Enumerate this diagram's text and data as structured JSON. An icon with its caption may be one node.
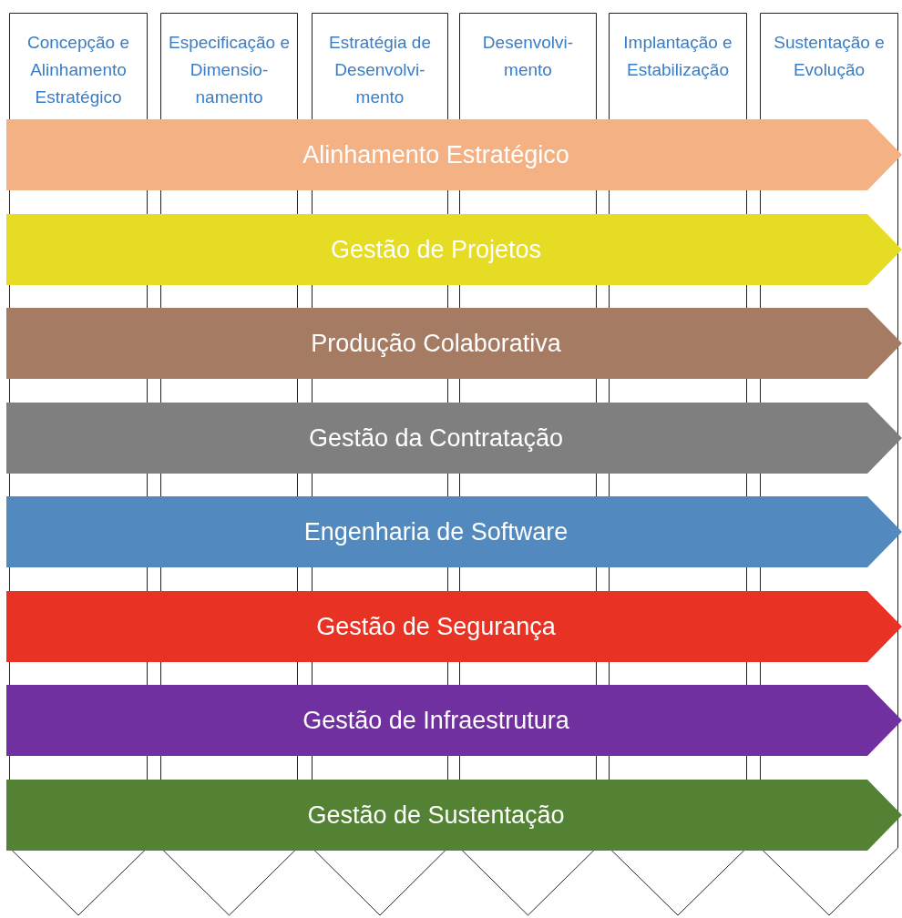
{
  "diagram": {
    "nodes": [
      {
        "text": [
          "Concepção e Alinhamento Estratégico"
        ]
      },
      {
        "text": [
          "Especificação e Dimensio- namento"
        ]
      },
      {
        "text": [
          "Estratégia de Desenvolvi- mento"
        ]
      },
      {
        "text": [
          "Desenvolvi- mento"
        ]
      },
      {
        "text": [
          "Implantação e Estabilização"
        ]
      },
      {
        "text": [
          "Sustentação e Evolução"
        ]
      },
      {
        "text": [
          "Alinhamento Estratégico"
        ]
      },
      {
        "text": [
          "Gestão de Projetos"
        ]
      },
      {
        "text": [
          "Produção Colaborativa"
        ]
      },
      {
        "text": [
          "Gestão da Contratação"
        ]
      },
      {
        "text": [
          "Engenharia de Software"
        ]
      },
      {
        "text": [
          "Gestão de Segurança"
        ]
      },
      {
        "text": [
          "Gestão de Infraestrutura"
        ]
      },
      {
        "text": [
          "Gestão de Sustentação"
        ]
      }
    ]
  }
}
